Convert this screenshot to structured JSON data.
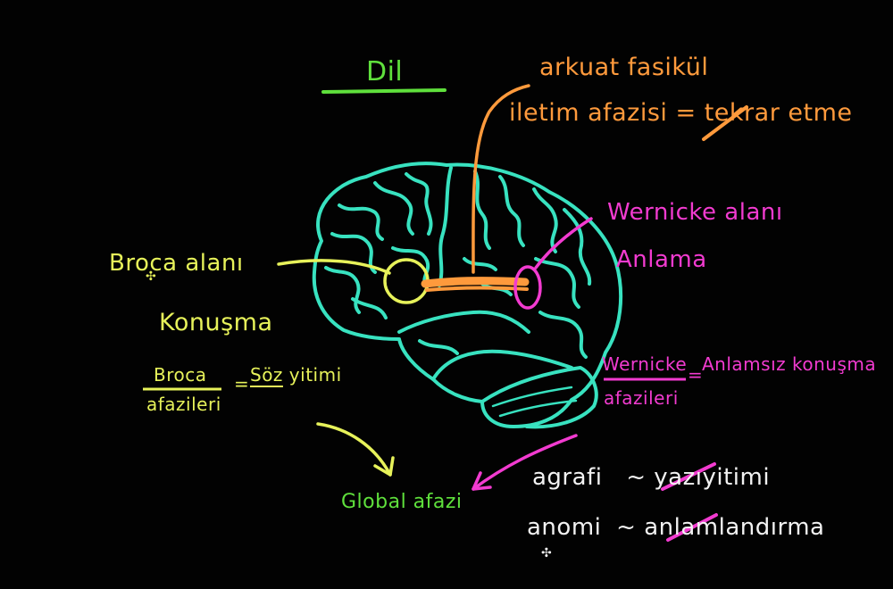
{
  "title": "Dil",
  "colors": {
    "title": "#5fe03c",
    "brain": "#38e2c0",
    "broca": "#e7f25a",
    "arcuate": "#ff9a3c",
    "wernicke": "#f23bd0",
    "body_text": "#f2f2f2"
  },
  "arcuate": {
    "label": "arkuat fasikül",
    "conduction": "iletim afazisi = tekrar etme",
    "struck": "rar"
  },
  "wernicke": {
    "label": "Wernicke alanı",
    "function": "Anlama",
    "aphasia_word1": "Wernicke",
    "aphasia_word2": "afazileri",
    "equals": "=",
    "aphasia_desc": "Anlamsız konuşma"
  },
  "broca": {
    "label": "Broca alanı",
    "function": "Konuşma",
    "aphasia_word1": "Broca",
    "aphasia_word2": "afazileri",
    "equals": "=",
    "aphasia_desc_underlined": "Söz",
    "aphasia_desc_rest": "yitimi"
  },
  "global": "Global afazi",
  "agrafi": {
    "term": "agrafi",
    "tilde": "~",
    "struck": "yazı",
    "rest": "yitimi"
  },
  "anomi": {
    "term": "anomi",
    "tilde": "~",
    "prefix": "anl",
    "struck": "am",
    "rest": "landırma"
  },
  "icons": [
    "pen-cursor-icon"
  ]
}
